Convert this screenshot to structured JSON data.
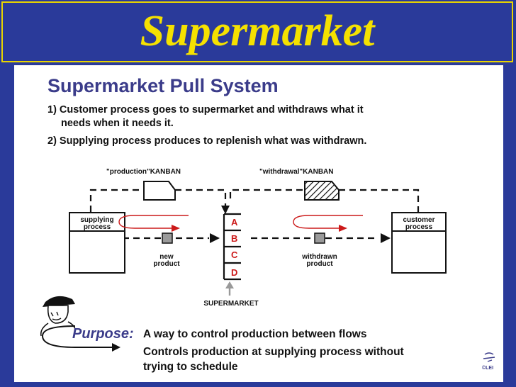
{
  "title": "Supermarket",
  "heading": "Supermarket Pull System",
  "points": [
    {
      "line1": "1) Customer process goes to supermarket and withdraws what it",
      "line2": "needs when it needs it."
    },
    {
      "line1": "2) Supplying process produces to replenish what was withdrawn."
    }
  ],
  "diagram": {
    "production_kanban_label": "\"production\"KANBAN",
    "withdrawal_kanban_label": "\"withdrawal\"KANBAN",
    "supplying_process_label": [
      "supplying",
      "process"
    ],
    "customer_process_label": [
      "customer",
      "process"
    ],
    "new_product_label": [
      "new",
      "product"
    ],
    "withdrawn_product_label": [
      "withdrawn",
      "product"
    ],
    "shelf_slots": [
      "A",
      "B",
      "C",
      "D"
    ],
    "supermarket_label": "SUPERMARKET"
  },
  "purpose": {
    "label": "Purpose:",
    "line1": "A way to control production between flows",
    "line2": "Controls production at supplying process without",
    "line3": "trying to schedule"
  },
  "logo_text": "©LEI",
  "colors": {
    "background": "#2a3a9a",
    "title": "#f5e100",
    "heading": "#3b3c8a",
    "loop_arrow": "#cc1a1a"
  }
}
